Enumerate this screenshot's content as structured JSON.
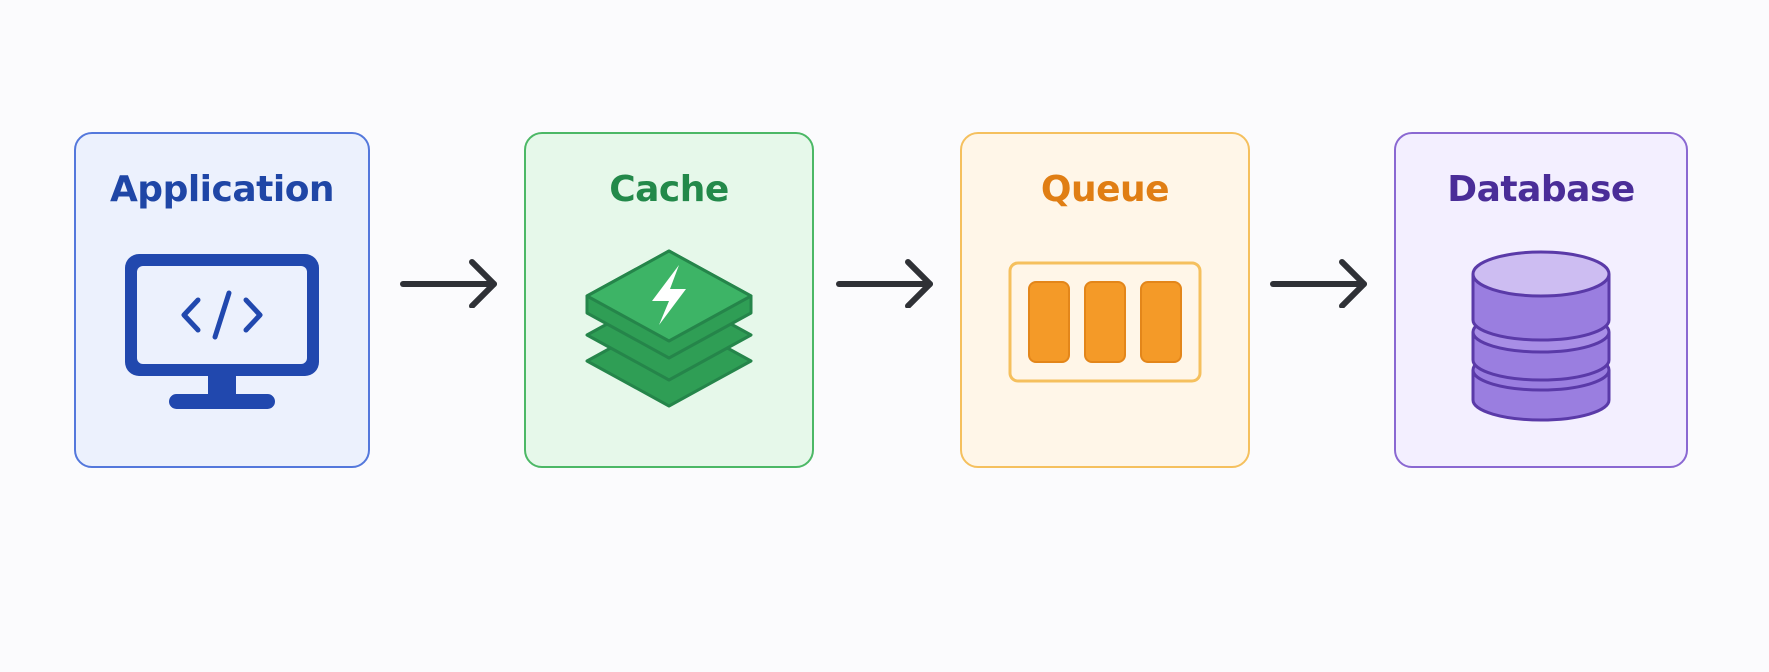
{
  "nodes": [
    {
      "id": "application",
      "label": "Application",
      "icon": "monitor-code-icon",
      "accent": "#1f46a6",
      "fill": "#ecf1fd",
      "border": "#5478dc"
    },
    {
      "id": "cache",
      "label": "Cache",
      "icon": "stacked-layers-lightning-icon",
      "accent": "#23894a",
      "fill": "#e6f8ea",
      "border": "#4cb866"
    },
    {
      "id": "queue",
      "label": "Queue",
      "icon": "queue-slots-icon",
      "accent": "#e07e14",
      "fill": "#fff6e8",
      "border": "#f5c05e"
    },
    {
      "id": "database",
      "label": "Database",
      "icon": "database-cylinder-icon",
      "accent": "#4a2d98",
      "fill": "#f3efff",
      "border": "#8a68d2"
    }
  ],
  "edges": [
    {
      "from": "application",
      "to": "cache",
      "icon": "arrow-right-icon"
    },
    {
      "from": "cache",
      "to": "queue",
      "icon": "arrow-right-icon"
    },
    {
      "from": "queue",
      "to": "database",
      "icon": "arrow-right-icon"
    }
  ],
  "colors": {
    "background": "#fbfbfd",
    "arrow": "#2f3136"
  }
}
